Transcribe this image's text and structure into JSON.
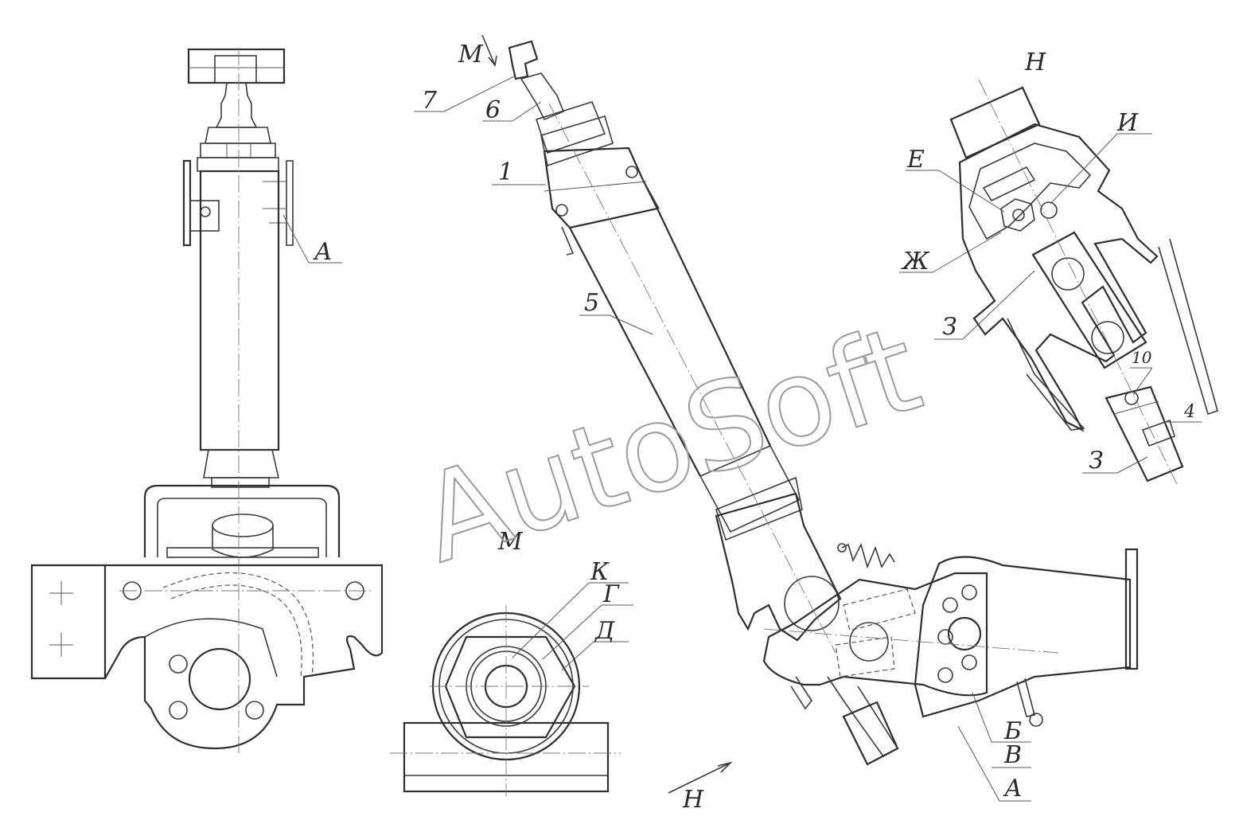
{
  "watermark": "AutoSoft",
  "view_labels": {
    "m_top": "М",
    "m_view": "М",
    "n_top": "Н",
    "n_bottom": "Н"
  },
  "callouts": {
    "a_left": "А",
    "n7": "7",
    "n6": "6",
    "n1": "1",
    "n5": "5",
    "k": "К",
    "g": "Г",
    "d": "Д",
    "e": "Е",
    "i": "И",
    "zh": "Ж",
    "z_upper": "З",
    "n10": "10",
    "n4": "4",
    "z_lower": "З",
    "b": "Б",
    "v": "В",
    "a_right": "А"
  }
}
